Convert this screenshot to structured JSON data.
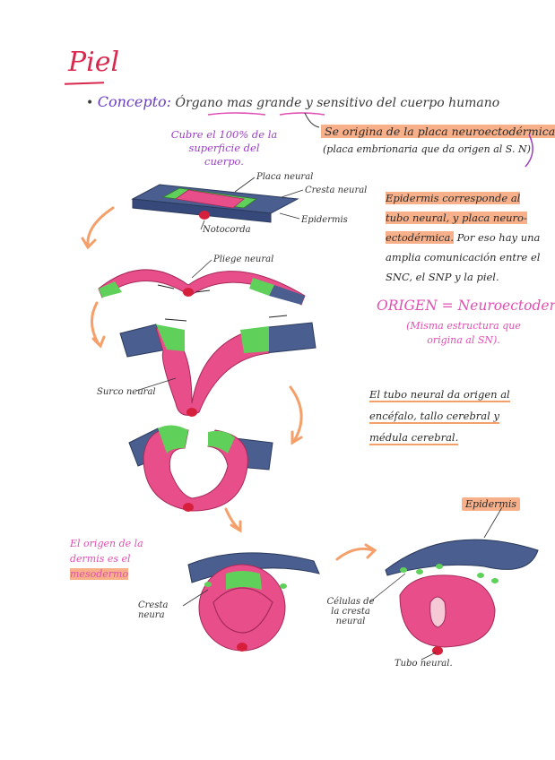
{
  "title": "Piel",
  "concept": {
    "label": "Concepto:",
    "text": "Órgano mas grande y sensitivo del cuerpo humano"
  },
  "coverage_note": "Cubre el 100% de la superficie del cuerpo.",
  "origin_note": {
    "main": "Se origina de la placa neuroectodérmica",
    "sub": "(placa embrionaria que da origen al S. N)"
  },
  "epidermis_text": {
    "highlighted": "Epidermis corresponde al tubo neural, y placa neuro-ectodérmica.",
    "rest": "Por eso hay una amplia comunicación entre el SNC, el SNP y la piel."
  },
  "origen": {
    "main": "ORIGEN = Neuroectodermo",
    "sub": "(Misma estructura que origina al SN)."
  },
  "tubo_text": {
    "p1": "El tubo neural da origen al",
    "p2": "encéfalo, tallo cerebral y",
    "p3": "médula cerebral."
  },
  "dermis_note": {
    "before": "El origen de la dermis es el",
    "highlight": "mesodermo"
  },
  "labels": {
    "placa_neural": "Placa neural",
    "cresta_neural": "Cresta neural",
    "epidermis": "Epidermis",
    "notocorda": "Notocorda",
    "pliegue_neural": "Pliege neural",
    "surco_neural": "Surco neural",
    "cresta_neura": "Cresta neura",
    "celulas_cresta": "Células de la cresta neural",
    "epidermis_tag": "Epidermis",
    "tubo_neural": "Tubo neural."
  },
  "colors": {
    "pink": "#e84e8a",
    "blue": "#4a5f8f",
    "green": "#5fd05a",
    "orange": "#f5a06a",
    "red": "#d61f3c"
  }
}
